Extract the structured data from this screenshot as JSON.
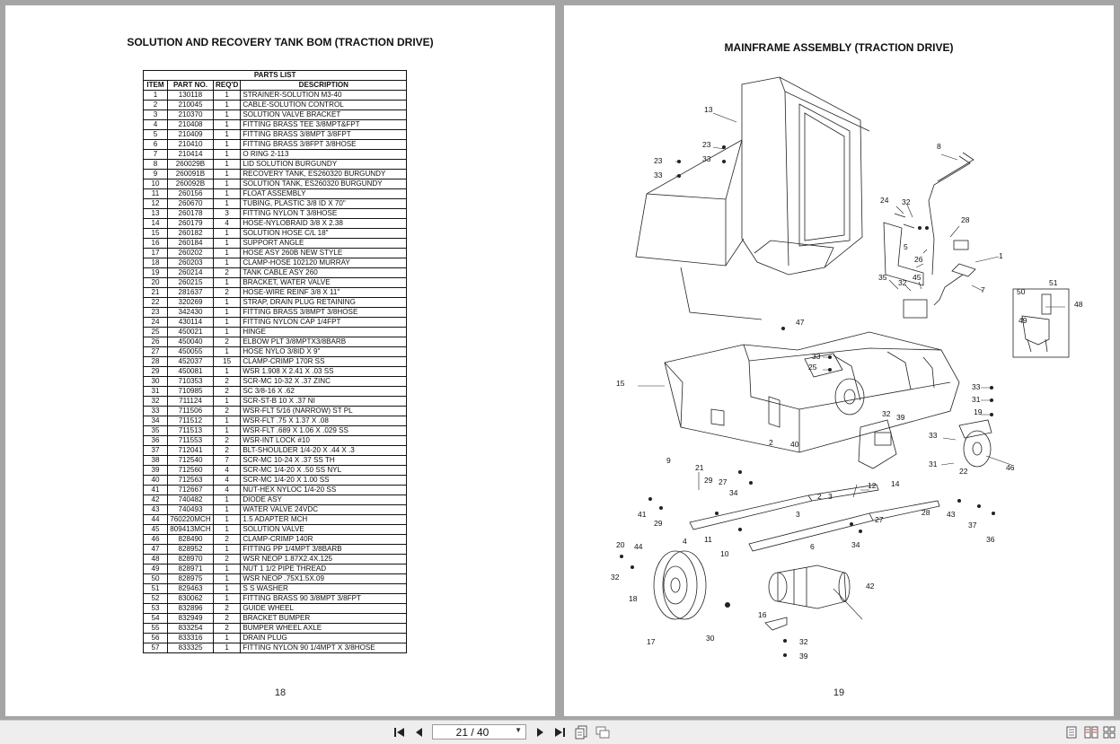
{
  "left_page": {
    "title": "SOLUTION AND RECOVERY TANK BOM (TRACTION DRIVE)",
    "table_caption": "PARTS LIST",
    "columns": [
      "ITEM",
      "PART NO.",
      "REQ'D",
      "DESCRIPTION"
    ],
    "rows": [
      [
        "1",
        "130118",
        "1",
        "STRAINER-SOLUTION M3-40"
      ],
      [
        "2",
        "210045",
        "1",
        "CABLE-SOLUTION CONTROL"
      ],
      [
        "3",
        "210370",
        "1",
        "SOLUTION VALVE BRACKET"
      ],
      [
        "4",
        "210408",
        "1",
        "FITTING BRASS TEE 3/8MPT&FPT"
      ],
      [
        "5",
        "210409",
        "1",
        "FITTING BRASS 3/8MPT 3/8FPT"
      ],
      [
        "6",
        "210410",
        "1",
        "FITTING BRASS 3/8FPT 3/8HOSE"
      ],
      [
        "7",
        "210414",
        "1",
        "O RING 2-113"
      ],
      [
        "8",
        "260029B",
        "1",
        "LID SOLUTION BURGUNDY"
      ],
      [
        "9",
        "260091B",
        "1",
        "RECOVERY TANK, ES260320 BURGUNDY"
      ],
      [
        "10",
        "260092B",
        "1",
        "SOLUTION TANK, ES260320 BURGUNDY"
      ],
      [
        "11",
        "260156",
        "1",
        "FLOAT ASSEMBLY"
      ],
      [
        "12",
        "260670",
        "1",
        "TUBING, PLASTIC 3/8 ID X 70\""
      ],
      [
        "13",
        "260178",
        "3",
        "FITTING NYLON T 3/8HOSE"
      ],
      [
        "14",
        "260179",
        "4",
        "HOSE-NYLOBRAID 3/8 X 2.38"
      ],
      [
        "15",
        "260182",
        "1",
        "SOLUTION HOSE C/L 18\""
      ],
      [
        "16",
        "260184",
        "1",
        "SUPPORT ANGLE"
      ],
      [
        "17",
        "260202",
        "1",
        "HOSE ASY 260B NEW STYLE"
      ],
      [
        "18",
        "260203",
        "1",
        "CLAMP-HOSE 102120 MURRAY"
      ],
      [
        "19",
        "260214",
        "2",
        "TANK CABLE ASY 260"
      ],
      [
        "20",
        "260215",
        "1",
        "BRACKET, WATER VALVE"
      ],
      [
        "21",
        "281637",
        "2",
        "HOSE-WIRE REINF 3/8 X 11\""
      ],
      [
        "22",
        "320269",
        "1",
        "STRAP, DRAIN PLUG RETAINING"
      ],
      [
        "23",
        "342430",
        "1",
        "FITTING BRASS 3/8MPT 3/8HOSE"
      ],
      [
        "24",
        "430114",
        "1",
        "FITTING NYLON CAP 1/4FPT"
      ],
      [
        "25",
        "450021",
        "1",
        "HINGE"
      ],
      [
        "26",
        "450040",
        "2",
        "ELBOW PLT 3/8MPTX3/8BARB"
      ],
      [
        "27",
        "450055",
        "1",
        "HOSE NYLO 3/8ID X 9\""
      ],
      [
        "28",
        "452037",
        "15",
        "CLAMP-CRIMP 170R SS"
      ],
      [
        "29",
        "450081",
        "1",
        "WSR 1.908 X 2.41 X .03 SS"
      ],
      [
        "30",
        "710353",
        "2",
        "SCR-MC 10-32 X .37 ZINC"
      ],
      [
        "31",
        "710985",
        "2",
        "SC 3/8-16 X .62"
      ],
      [
        "32",
        "711124",
        "1",
        "SCR-ST-B 10 X .37 NI"
      ],
      [
        "33",
        "711506",
        "2",
        "WSR-FLT 5/16 (NARROW) ST PL"
      ],
      [
        "34",
        "711512",
        "1",
        "WSR-FLT .75 X 1.37 X .08"
      ],
      [
        "35",
        "711513",
        "1",
        "WSR-FLT .689 X 1.06 X .029 SS"
      ],
      [
        "36",
        "711553",
        "2",
        "WSR-INT LOCK #10"
      ],
      [
        "37",
        "712041",
        "2",
        "BLT-SHOULDER 1/4-20 X .44 X .3"
      ],
      [
        "38",
        "712540",
        "7",
        "SCR-MC 10-24 X .37 SS TH"
      ],
      [
        "39",
        "712560",
        "4",
        "SCR-MC 1/4-20 X .50 SS NYL"
      ],
      [
        "40",
        "712563",
        "4",
        "SCR-MC 1/4-20 X 1.00 SS"
      ],
      [
        "41",
        "712667",
        "4",
        "NUT-HEX NYLOC 1/4-20 SS"
      ],
      [
        "42",
        "740482",
        "1",
        "DIODE ASY"
      ],
      [
        "43",
        "740493",
        "1",
        "WATER VALVE 24VDC"
      ],
      [
        "44",
        "760220MCH",
        "1",
        "1.5 ADAPTER MCH"
      ],
      [
        "45",
        "809413MCH",
        "1",
        "SOLUTION VALVE"
      ],
      [
        "46",
        "828490",
        "2",
        "CLAMP-CRIMP 140R"
      ],
      [
        "47",
        "828952",
        "1",
        "FITTING PP 1/4MPT 3/8BARB"
      ],
      [
        "48",
        "828970",
        "2",
        "WSR NEOP 1.87X2.4X.125"
      ],
      [
        "49",
        "828971",
        "1",
        "NUT 1 1/2 PIPE THREAD"
      ],
      [
        "50",
        "828975",
        "1",
        "WSR NEOP .75X1.5X.09"
      ],
      [
        "51",
        "829463",
        "1",
        "S S WASHER"
      ],
      [
        "52",
        "830062",
        "1",
        "FITTING BRASS 90 3/8MPT 3/8FPT"
      ],
      [
        "53",
        "832896",
        "2",
        "GUIDE WHEEL"
      ],
      [
        "54",
        "832949",
        "2",
        "BRACKET BUMPER"
      ],
      [
        "55",
        "833254",
        "2",
        "BUMPER WHEEL AXLE"
      ],
      [
        "56",
        "833316",
        "1",
        "DRAIN PLUG"
      ],
      [
        "57",
        "833325",
        "1",
        "FITTING NYLON 90 1/4MPT X 3/8HOSE"
      ]
    ],
    "page_number": "18"
  },
  "right_page": {
    "title": "MAINFRAME ASSEMBLY (TRACTION DRIVE)",
    "callouts": [
      "13",
      "23",
      "33",
      "23",
      "33",
      "8",
      "24",
      "32",
      "28",
      "5",
      "1",
      "26",
      "35",
      "32",
      "45",
      "7",
      "51",
      "50",
      "48",
      "49",
      "47",
      "33",
      "25",
      "15",
      "33",
      "31",
      "19",
      "32",
      "39",
      "33",
      "2",
      "40",
      "46",
      "31",
      "22",
      "9",
      "21",
      "29",
      "27",
      "34",
      "14",
      "12",
      "2",
      "3",
      "3",
      "28",
      "43",
      "37",
      "36",
      "41",
      "29",
      "27",
      "4",
      "11",
      "6",
      "34",
      "10",
      "20",
      "44",
      "32",
      "42",
      "18",
      "16",
      "17",
      "30",
      "32",
      "39"
    ],
    "page_number": "19"
  },
  "toolbar": {
    "first_icon": "first-page-icon",
    "prev_icon": "prev-page-icon",
    "page_value": "21 / 40",
    "next_icon": "next-page-icon",
    "last_icon": "last-page-icon",
    "single_view_icon": "single-page-view-icon",
    "double_view_icon": "two-page-view-icon",
    "right_icons": [
      "single-page-icon",
      "book-icon",
      "grid-icon"
    ]
  }
}
